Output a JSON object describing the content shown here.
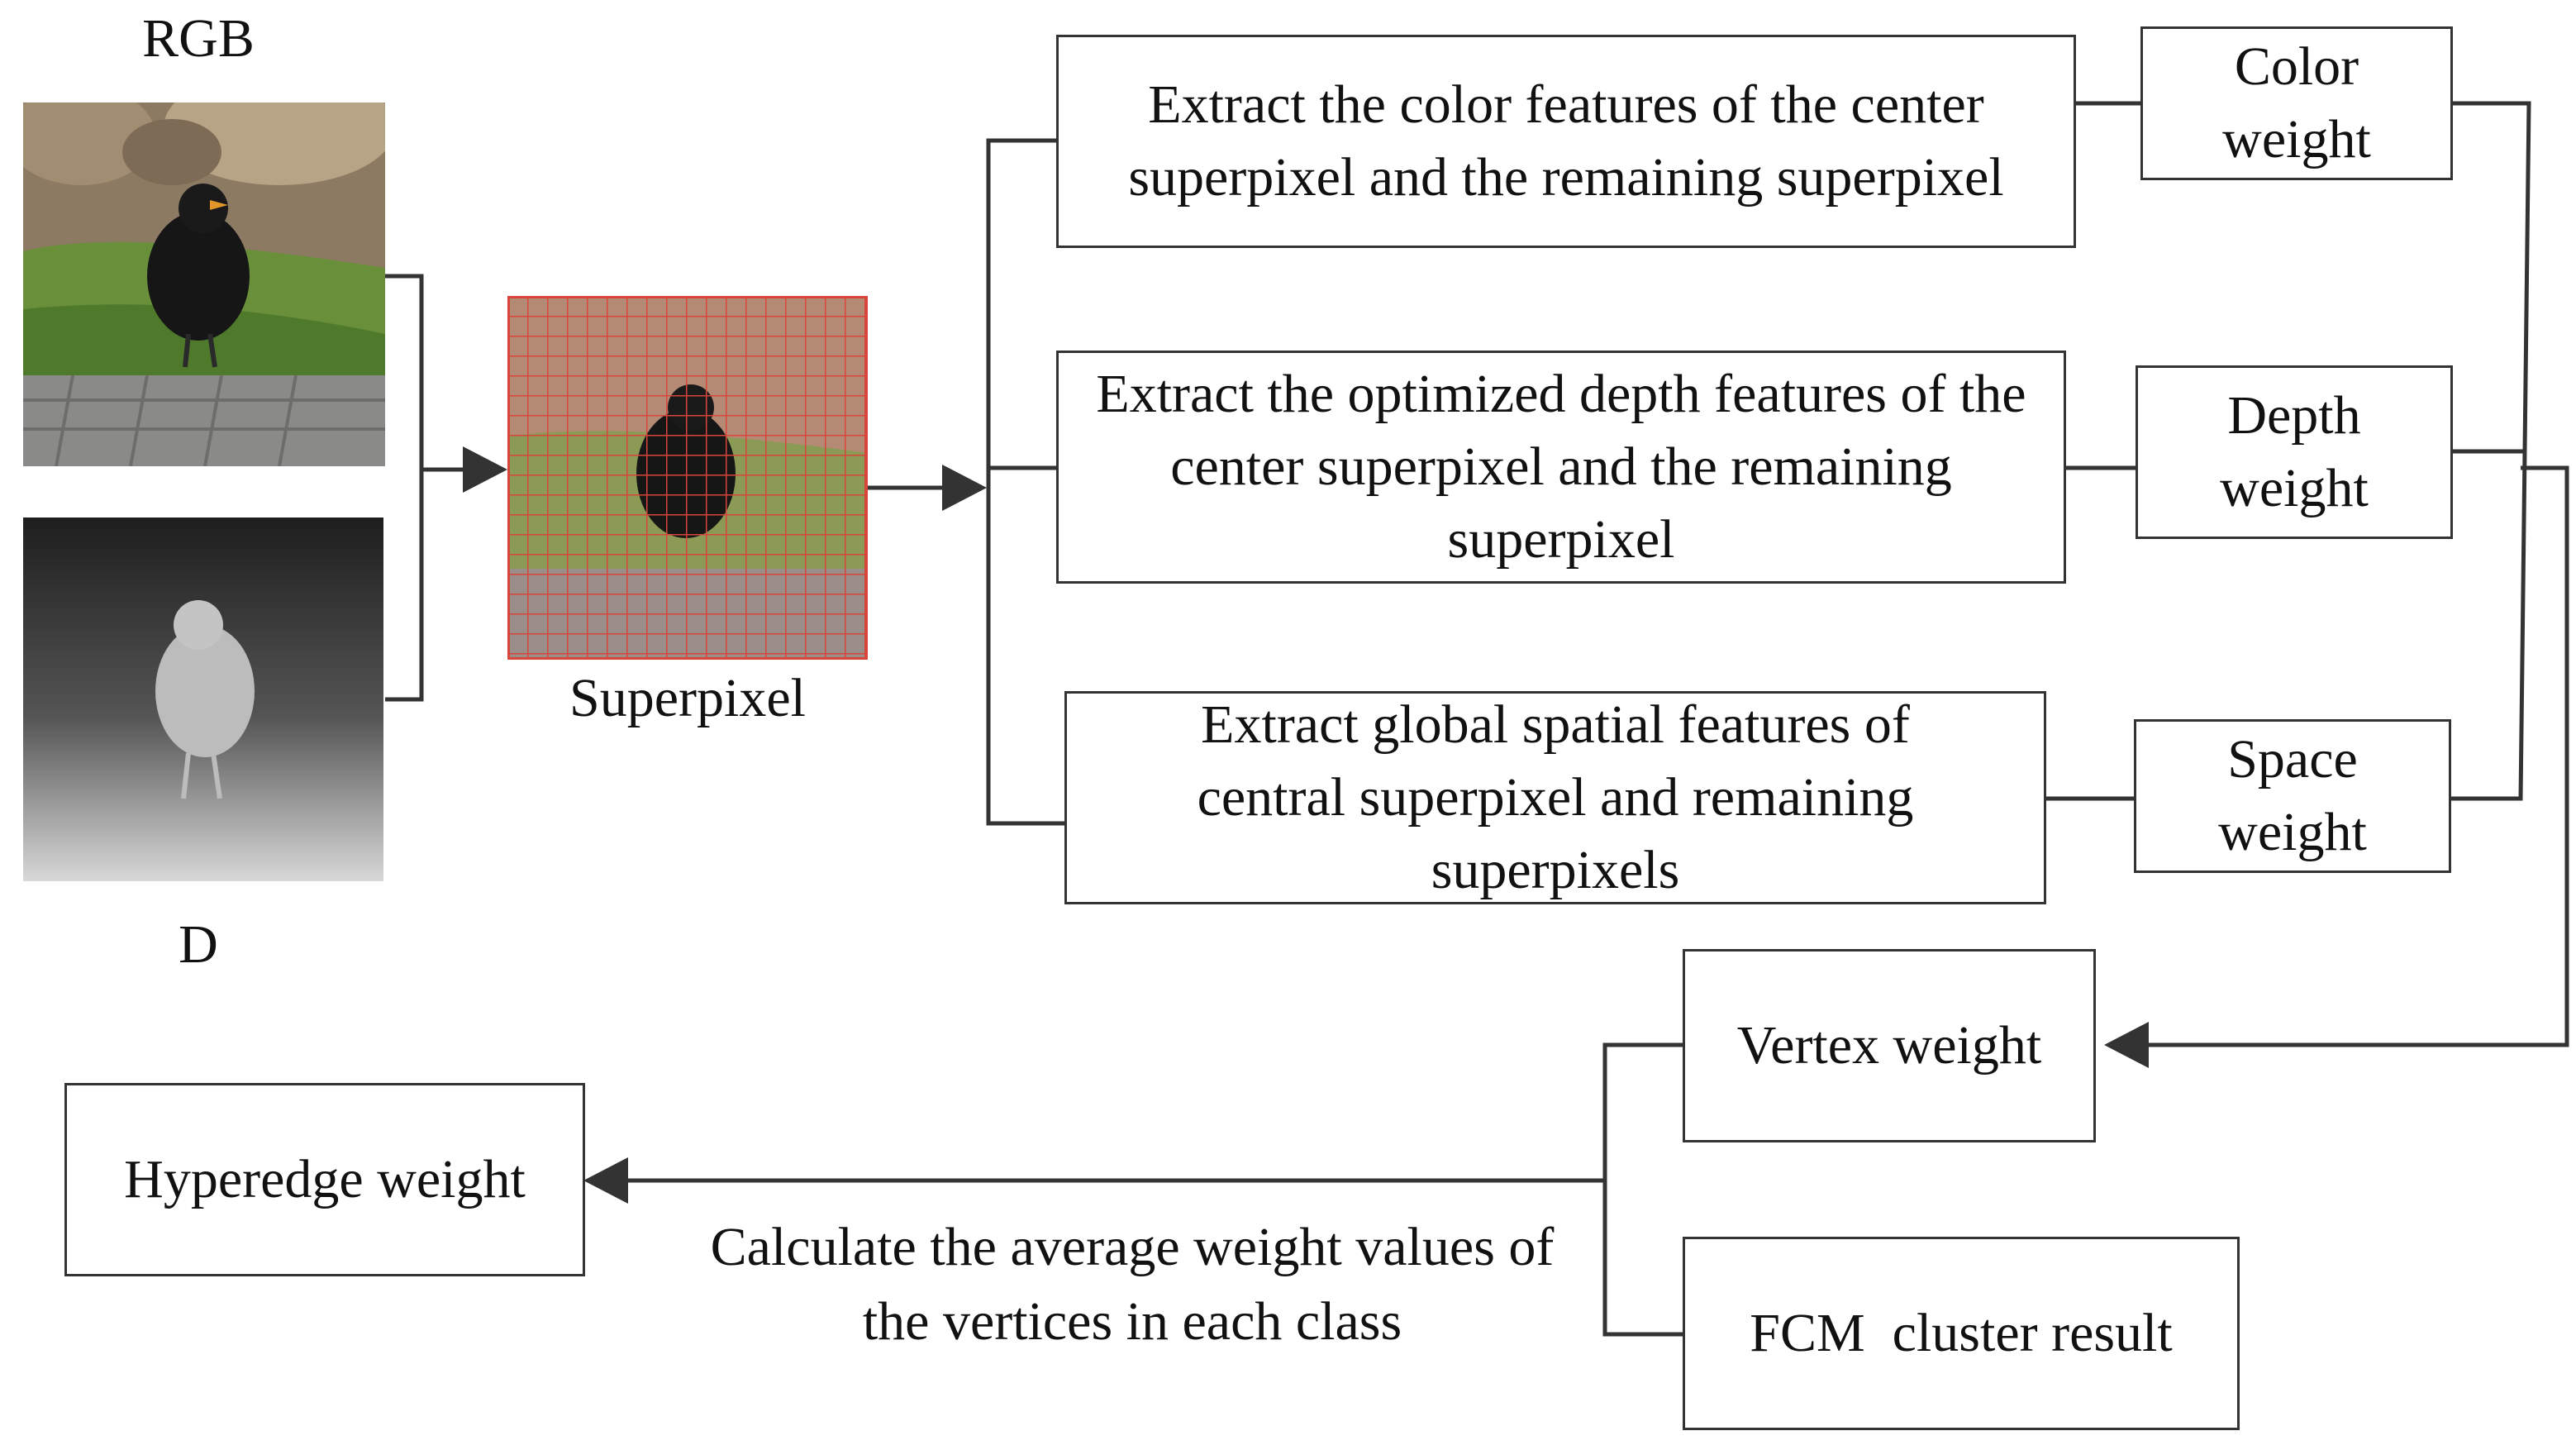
{
  "inputs": {
    "rgb_label": "RGB",
    "depth_label": "D",
    "superpixel_label": "Superpixel"
  },
  "feature_boxes": [
    {
      "text": "Extract the color features of the center superpixel and the remaining superpixel"
    },
    {
      "text": "Extract the optimized depth features of the center superpixel and the remaining superpixel"
    },
    {
      "text": "Extract global spatial features of central superpixel and remaining superpixels"
    }
  ],
  "weight_boxes": [
    {
      "text": "Color weight"
    },
    {
      "text": "Depth weight"
    },
    {
      "text": "Space weight"
    }
  ],
  "vertex_weight": "Vertex weight",
  "fcm_result": "FCM  cluster result",
  "hyperedge_weight": "Hyperedge weight",
  "average_caption": "Calculate the average weight values of  the vertices in each class",
  "colors": {
    "line": "#333333",
    "superpixel_grid": "#d9453b",
    "grass": "#6a8f3a",
    "bird": "#161616"
  }
}
